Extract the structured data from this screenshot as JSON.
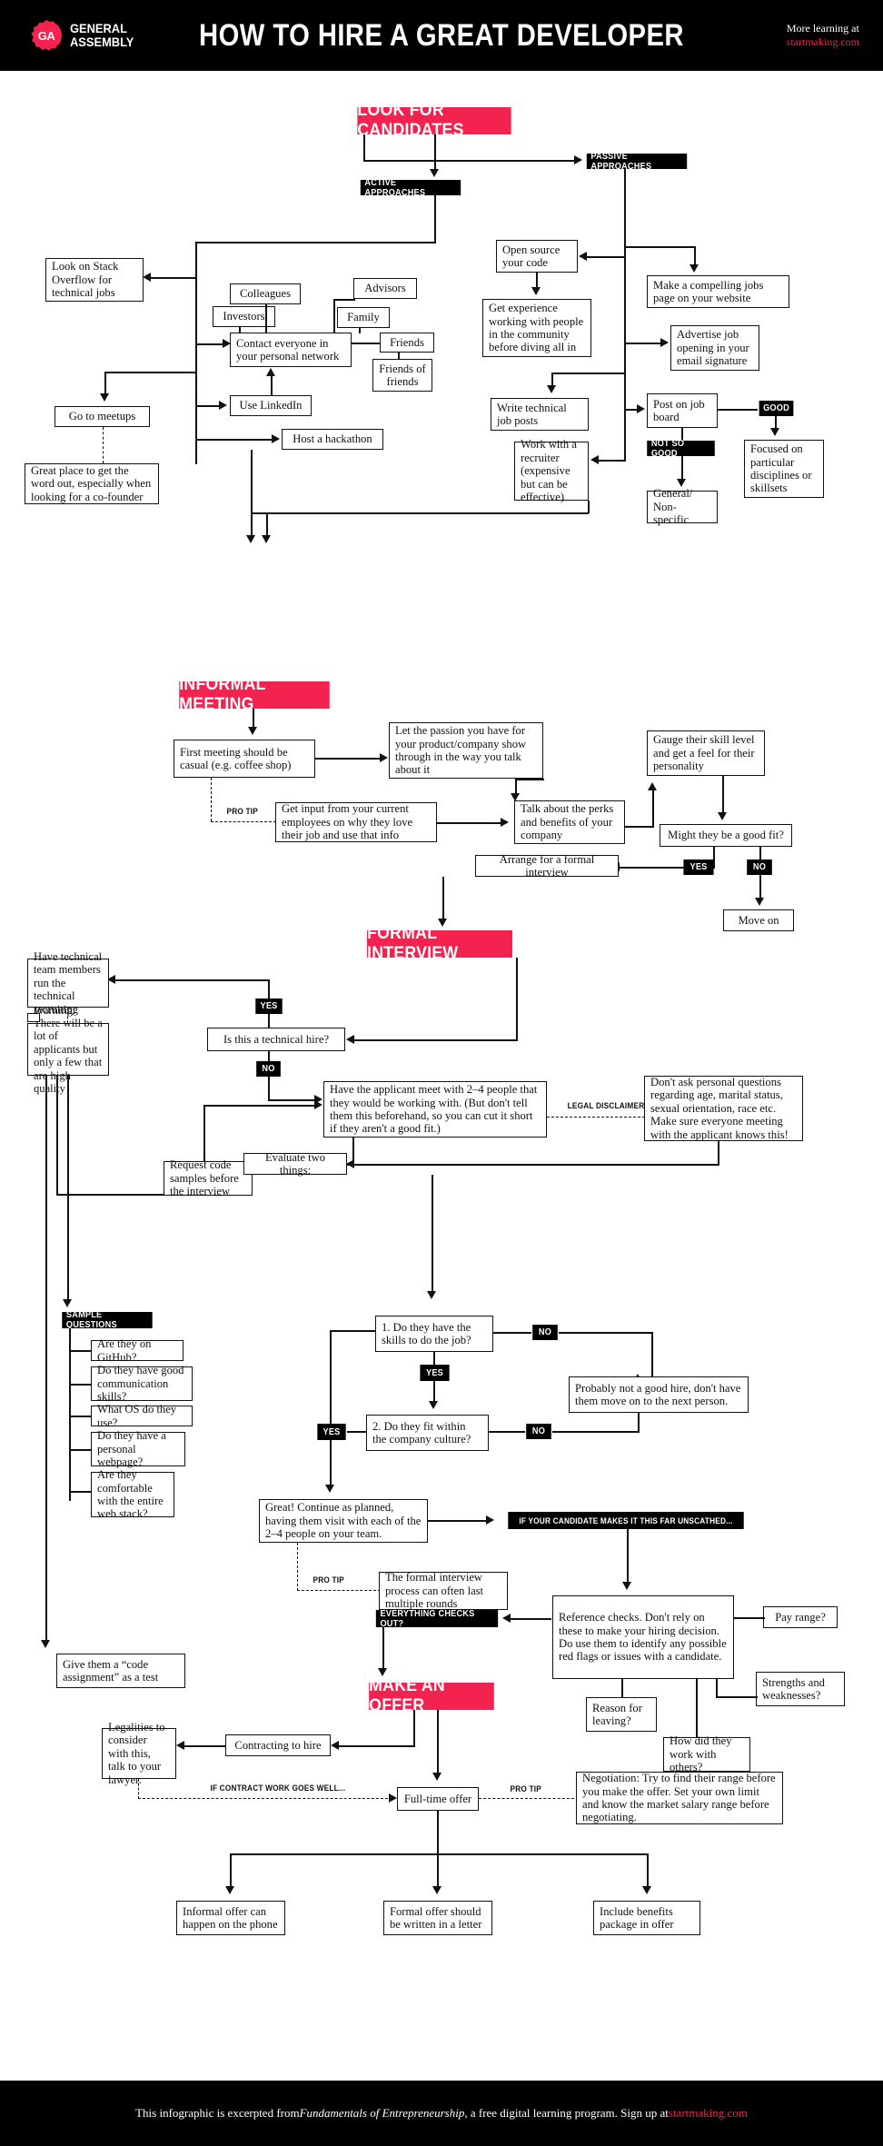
{
  "header": {
    "logo_initials": "GA",
    "logo_name_line1": "GENERAL",
    "logo_name_line2": "ASSEMBLY",
    "title": "HOW TO HIRE A GREAT DEVELOPER",
    "right_line1": "More learning at",
    "right_link": "startmaking.com"
  },
  "footer": {
    "text_before": "This infographic is excerpted from ",
    "italic": "Fundamentals of Entrepreneurship",
    "text_after": ", a free digital learning program. Sign up at ",
    "link": "startmaking.com"
  },
  "stages": {
    "look_for_candidates": "LOOK FOR CANDIDATES",
    "informal_meeting": "INFORMAL MEETING",
    "formal_interview": "FORMAL INTERVIEW",
    "make_an_offer": "MAKE AN OFFER"
  },
  "tags": {
    "active_approaches": "ACTIVE APPROACHES",
    "passive_approaches": "PASSIVE APPROACHES",
    "good": "GOOD",
    "not_so_good": "NOT SO GOOD",
    "yes": "YES",
    "no": "NO",
    "yes2": "YES",
    "no2": "NO",
    "yes3": "YES",
    "no3": "NO",
    "yes4": "YES",
    "no4": "NO",
    "sample_questions": "SAMPLE QUESTIONS",
    "unscathed": "IF YOUR CANDIDATE MAKES IT THIS FAR UNSCATHED...",
    "everything_checks_out": "EVERYTHING CHECKS OUT?",
    "if_contract_goes_well": "IF CONTRACT WORK GOES WELL..."
  },
  "pro_labels": {
    "pro_tip_1": "PRO TIP",
    "legal_disclaimer": "LEGAL DISCLAIMER",
    "pro_tip_2": "PRO TIP",
    "pro_tip_3": "PRO TIP"
  },
  "nodes": {
    "stack_overflow": "Look on Stack Overflow for technical jobs",
    "colleagues": "Colleagues",
    "advisors": "Advisors",
    "investors": "Investors",
    "family": "Family",
    "friends": "Friends",
    "friends_of_friends": "Friends of friends",
    "contact_network": "Contact everyone in your personal network",
    "go_to_meetups": "Go to meetups",
    "use_linkedin": "Use LinkedIn",
    "host_hackathon": "Host a hackathon",
    "meetups_note": "Great place to get the word out, especially when looking for a co-founder",
    "open_source": "Open source your code",
    "get_experience": "Get experience working with people in the community before diving all in",
    "write_job_posts": "Write technical job posts",
    "work_recruiter": "Work with a recruiter (expensive but can be effective)",
    "jobs_page": "Make a compelling jobs page on your website",
    "email_signature": "Advertise job opening in your email signature",
    "post_job_board": "Post on job board",
    "focused_disciplines": "Focused on particular disciplines or skillsets",
    "general_nonspecific": "General/ Non-specific",
    "first_meeting": "First meeting should be casual (e.g. coffee shop)",
    "let_passion": "Let the passion you have for your product/company show through in the way you talk about it",
    "gauge_skill": "Gauge their skill level and get a feel for their personality",
    "get_input": "Get input from your current employees on why they love their job and use that info",
    "talk_perks": "Talk about the perks and benefits of your company",
    "good_fit": "Might they be a good fit?",
    "arrange_interview": "Arrange for a formal interview",
    "move_on": "Move on",
    "have_tech_team": "Have technical team members run the  technical recruiting",
    "warning_applicants": "Warning: There will be a lot of applicants but only a few that are high quality",
    "is_technical_hire": "Is this a technical hire?",
    "applicant_meet": "Have the applicant meet with 2–4 people that they would be working with. (But don't tell them this beforehand, so you can cut it short if they aren't a good fit.)",
    "dont_ask": "Don't ask personal questions regarding age, marital status, sexual orientation, race etc. Make sure everyone meeting with the applicant knows this!",
    "request_code": "Request code samples before the interview",
    "evaluate_two": "Evaluate two things:",
    "q_github": "Are they on GitHub?",
    "q_comm": "Do they have good communication skills?",
    "q_os": "What OS do they use?",
    "q_webpage": "Do they have a personal webpage?",
    "q_webstack": "Are they comfortable with the entire web stack?",
    "code_assignment": "Give them a “code assignment” as a test",
    "q1_skills": "1. Do they have the skills to do the job?",
    "q2_culture": "2. Do they fit within the company culture?",
    "probably_not": "Probably not a good hire, don't have them move on to the next person.",
    "great_continue": "Great! Continue as planned, having them visit with each of the 2–4 people on your team.",
    "formal_rounds": "The formal interview process can often last multiple rounds",
    "reference_checks": "Reference checks. Don't rely on these to make your hiring decision. Do use them to identify any possible red flags or issues with a candidate.",
    "pay_range": "Pay range?",
    "strengths_weaknesses": "Strengths and weaknesses?",
    "reason_leaving": "Reason for leaving?",
    "work_with_others": "How did they work with others?",
    "contracting_to_hire": "Contracting to hire",
    "legalities": "Legalities to consider with this, talk to your lawyer.",
    "fulltime_offer": "Full-time offer",
    "negotiation": "Negotiation: Try to find their range before you make the offer. Set your own limit and know the market salary range before negotiating.",
    "informal_offer": "Informal offer can happen on the phone",
    "formal_offer": "Formal offer should be written in a letter",
    "benefits_package": "Include benefits package in offer"
  },
  "colors": {
    "accent": "#F4224F",
    "black": "#000000",
    "white": "#FFFFFF"
  }
}
